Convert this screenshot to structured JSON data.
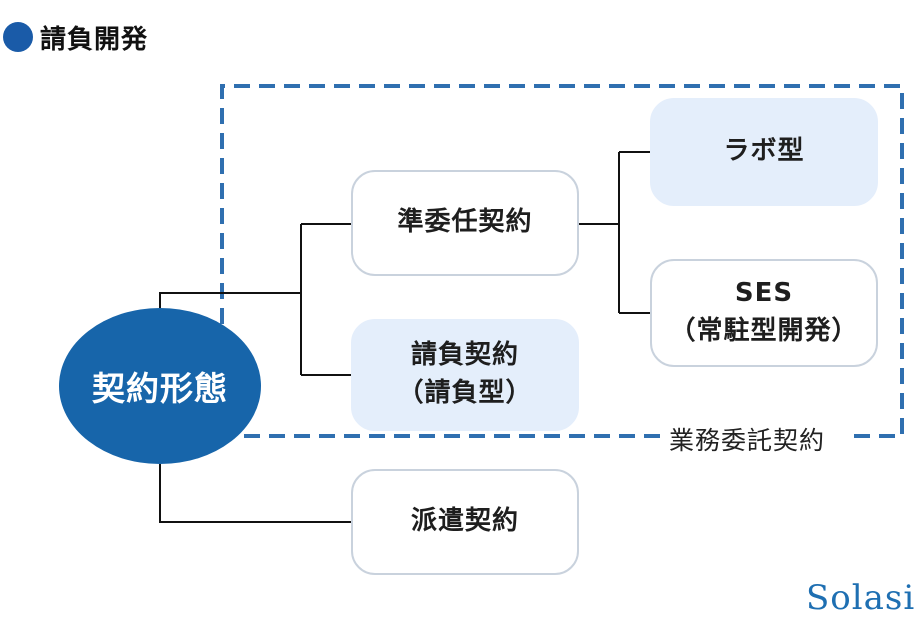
{
  "header": {
    "title": "請負開発"
  },
  "center": {
    "label": "契約形態"
  },
  "boxes": {
    "junin": {
      "label": "準委任契約"
    },
    "ukeoi": {
      "line1": "請負契約",
      "line2": "（請負型）"
    },
    "haken": {
      "label": "派遣契約"
    },
    "labo": {
      "label": "ラボ型"
    },
    "ses": {
      "line1": "SES",
      "line2": "（常駐型開発）"
    }
  },
  "group": {
    "label": "業務委託契約"
  },
  "logo": {
    "text": "Solasi"
  },
  "colors": {
    "accent": "#1765aa",
    "dashed_border": "#2f6fb0",
    "highlight_fill": "#e4eefb",
    "box_border": "#c9d2dd"
  }
}
